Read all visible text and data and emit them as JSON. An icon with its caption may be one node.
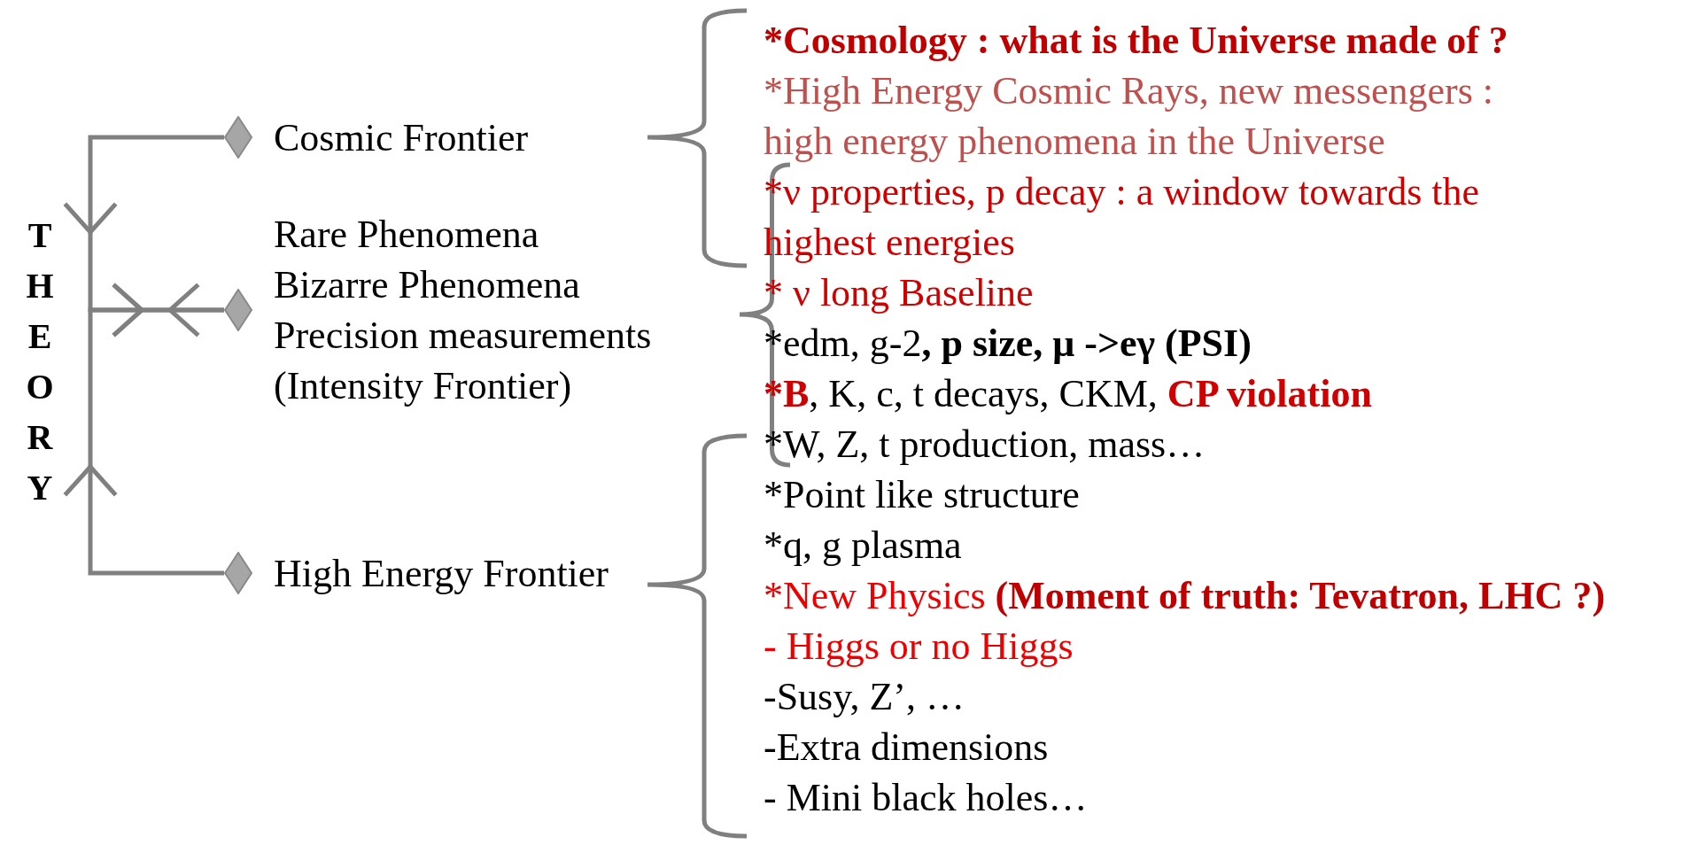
{
  "diagram": {
    "nodes": [
      {
        "text": [],
        "shape": "diamond",
        "beside": [
          "Cosmic Frontier"
        ]
      },
      {
        "text": [],
        "shape": "diamond",
        "beside": [
          "Rare Phenomena",
          "Bizarre Phenomena",
          "Precision measurements (Intensity Frontier)"
        ]
      },
      {
        "text": [],
        "shape": "diamond",
        "beside": [
          "High Energy Frontier"
        ]
      }
    ],
    "edges": [
      {
        "from": 0,
        "to": 1,
        "arrow": "to"
      },
      {
        "from": 2,
        "to": 1,
        "arrow": "to"
      }
    ],
    "labels": [
      "THEORY",
      "*Cosmology : what is the Universe made of ?",
      "*High Energy Cosmic Rays, new messengers : high energy phenomena in the Universe",
      "*ν properties, p decay : a window towards the highest energies",
      "* ν long Baseline",
      "*edm, g-2**, p size, μ ->eγ (PSI)**",
      "***B**, K, c, t decays, CKM, **CP violation**",
      "*W, Z, t production, mass…",
      "*Point like structure",
      "*q, g plasma",
      "*New Physics **(Moment of truth: Tevatron, LHC ?)**",
      "- Higgs or no Higgs",
      "-Susy, Z’, …",
      "-Extra dimensions",
      "- Mini black holes…"
    ]
  }
}
